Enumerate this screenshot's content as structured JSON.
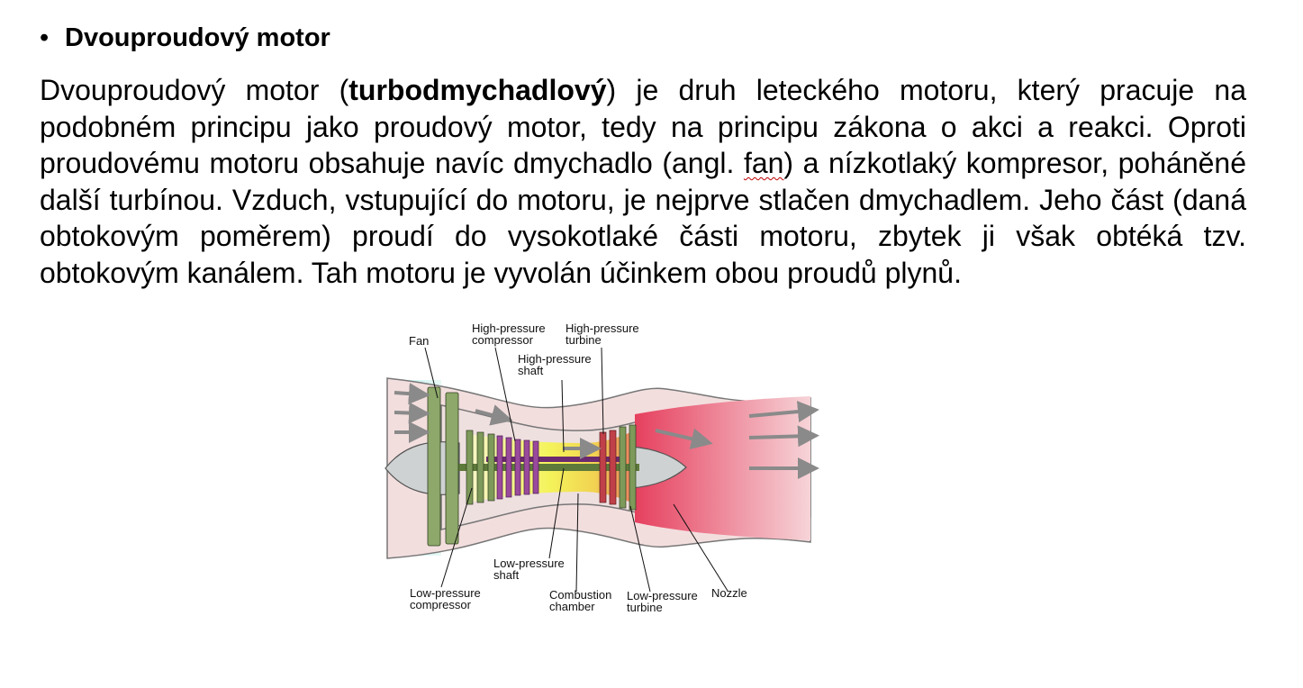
{
  "slide": {
    "bullet": "•",
    "heading": "Dvouproudový motor",
    "paragraph": {
      "part1": "Dvouproudový motor (",
      "bold": "turbodmychadlový",
      "part2": ") je druh leteckého motoru, který pracuje na podobném principu jako proudový motor, tedy na principu zákona o akci a reakci. Oproti proudovému motoru obsahuje navíc dmychadlo (angl. ",
      "underlined": "fan",
      "part3": ") a nízkotlaký kompresor, poháněné další turbínou. Vzduch, vstupující do motoru, je nejprve stlačen dmychadlem. Jeho část (daná obtokovým poměrem) proudí do vysokotlaké části motoru, zbytek ji však obtéká tzv. obtokovým kanálem. Tah motoru je vyvolán účinkem obou proudů plynů."
    }
  },
  "diagram": {
    "labels": {
      "fan": "Fan",
      "hp_compressor_1": "High-pressure",
      "hp_compressor_2": "compressor",
      "hp_turbine_1": "High-pressure",
      "hp_turbine_2": "turbine",
      "hp_shaft_1": "High-pressure",
      "hp_shaft_2": "shaft",
      "lp_shaft_1": "Low-pressure",
      "lp_shaft_2": "shaft",
      "lp_compressor_1": "Low-pressure",
      "lp_compressor_2": "compressor",
      "combustion_1": "Combustion",
      "combustion_2": "chamber",
      "lp_turbine_1": "Low-pressure",
      "lp_turbine_2": "turbine",
      "nozzle": "Nozzle"
    },
    "colors": {
      "intake": "#bff3f5",
      "casing": "#f3dede",
      "fan_blade": "#8da86a",
      "compressor_hp": "#8a3a8c",
      "combustion": "#f2f25a",
      "turbine": "#e07a3a",
      "exhaust": "#e8506a",
      "arrow": "#8a8a8a"
    }
  }
}
